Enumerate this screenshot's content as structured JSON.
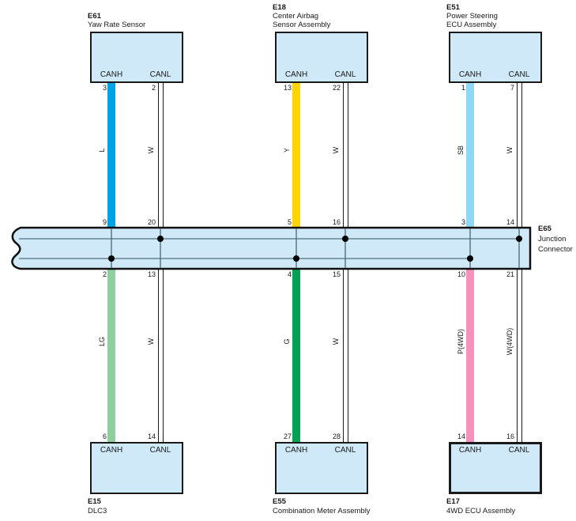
{
  "diagram": {
    "palette": {
      "box_fill": "#cfe9f8",
      "box_border": "#1a1a1a",
      "bus_fill": "#cfe9f8",
      "bus_border": "#111111",
      "bus_inner_line": "#50707e",
      "junction_dot": "#000000",
      "white_wire": "#ffffff"
    },
    "pin_labels": {
      "canh": "CANH",
      "canl": "CANL"
    },
    "junction": {
      "id": "E65",
      "name_lines": [
        "Junction",
        "Connector"
      ]
    },
    "columns": [
      {
        "top": {
          "id": "E61",
          "name_lines": [
            "Yaw Rate Sensor"
          ],
          "canh_pin": "3",
          "canl_pin": "2"
        },
        "bottom": {
          "id": "E15",
          "name_lines": [
            "DLC3"
          ],
          "canh_pin": "6",
          "canl_pin": "14"
        },
        "top_wire_canh": {
          "label": "L",
          "color": "#00a3e2",
          "bus_pin": "9"
        },
        "top_wire_canl": {
          "label": "W",
          "bus_pin": "20"
        },
        "bottom_wire_canh": {
          "label": "LG",
          "color": "#8fce9e",
          "bus_pin": "2"
        },
        "bottom_wire_canl": {
          "label": "W",
          "bus_pin": "13"
        }
      },
      {
        "top": {
          "id": "E18",
          "name_lines": [
            "Center Airbag",
            "Sensor Assembly"
          ],
          "canh_pin": "13",
          "canl_pin": "22"
        },
        "bottom": {
          "id": "E55",
          "name_lines": [
            "Combination Meter Assembly"
          ],
          "canh_pin": "27",
          "canl_pin": "28"
        },
        "top_wire_canh": {
          "label": "Y",
          "color": "#ffd500",
          "bus_pin": "5"
        },
        "top_wire_canl": {
          "label": "W",
          "bus_pin": "16"
        },
        "bottom_wire_canh": {
          "label": "G",
          "color": "#00a151",
          "bus_pin": "4"
        },
        "bottom_wire_canl": {
          "label": "W",
          "bus_pin": "15"
        }
      },
      {
        "top": {
          "id": "E51",
          "name_lines": [
            "Power Steering",
            "ECU Assembly"
          ],
          "canh_pin": "1",
          "canl_pin": "7"
        },
        "bottom": {
          "id": "E17",
          "name_lines": [
            "4WD ECU Assembly"
          ],
          "canh_pin": "14",
          "canl_pin": "16",
          "emphasized": true
        },
        "top_wire_canh": {
          "label": "SB",
          "color": "#8ed8f5",
          "bus_pin": "3"
        },
        "top_wire_canl": {
          "label": "W",
          "bus_pin": "14"
        },
        "bottom_wire_canh": {
          "label": "P(4WD)",
          "color": "#f591bb",
          "bus_pin": "10"
        },
        "bottom_wire_canl": {
          "label": "W(4WD)",
          "bus_pin": "21"
        }
      }
    ]
  }
}
